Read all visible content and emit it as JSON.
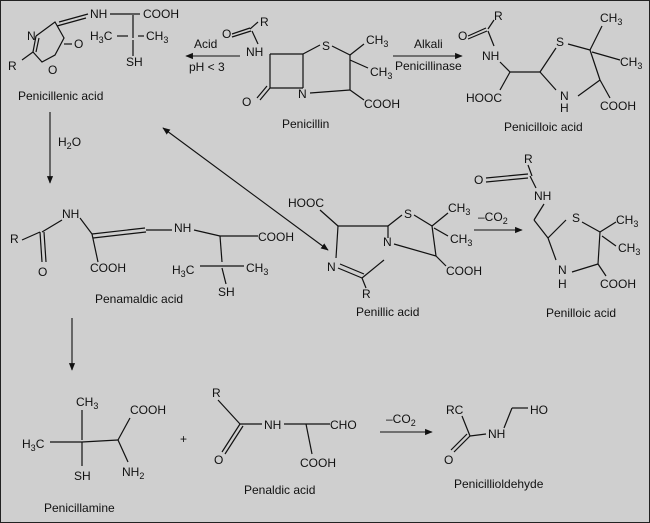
{
  "background": "#cfcfcf",
  "compounds": {
    "penicillenic": "Penicillenic acid",
    "penicillin": "Penicillin",
    "penicilloic": "Penicilloic acid",
    "penamaldic": "Penamaldic acid",
    "penillic": "Penillic acid",
    "penilloic": "Penilloic acid",
    "penicillamine": "Penicillamine",
    "penaldic": "Penaldic acid",
    "penicilloaldehyde": "Penicillioldehyde"
  },
  "conditions": {
    "acid": "Acid",
    "ph": "pH < 3",
    "alkali": "Alkali",
    "penicillinase": "Penicillinase",
    "water_h": "H",
    "water_sub": "2",
    "water_o": "O",
    "minus_co2_a": "–CO",
    "minus_co2_b": "–CO",
    "co2_sub": "2",
    "plus": "+"
  },
  "atoms": {
    "R": "R",
    "N": "N",
    "O": "O",
    "S": "S",
    "H": "H",
    "NH": "NH",
    "SH": "SH",
    "NH2": "NH",
    "NH2_sub": "2",
    "COOH": "COOH",
    "HOOC": "HOOC",
    "CHO": "CHO",
    "HO": "HO",
    "RC": "RC",
    "CH3": "CH",
    "H3C": "H",
    "C_": "C",
    "sub3": "3"
  }
}
